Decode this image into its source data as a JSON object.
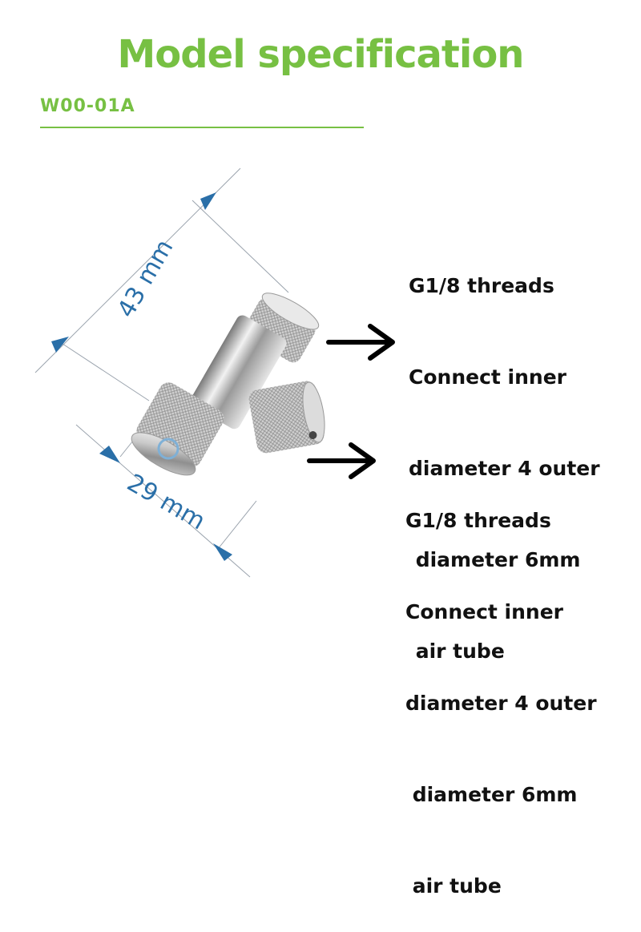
{
  "header": {
    "title": "Model specification",
    "model_code": "W00-01A"
  },
  "dimensions": {
    "length_label": "43 mm",
    "diameter_label": "29 mm"
  },
  "spec_top": {
    "lines": [
      "G1/8 threads",
      "Connect inner",
      "diameter 4 outer",
      " diameter 6mm",
      " air tube"
    ]
  },
  "spec_bottom": {
    "lines": [
      "G1/8 threads",
      "Connect inner",
      "diameter 4 outer",
      " diameter 6mm",
      " air tube"
    ]
  },
  "colors": {
    "accent_green": "#77c043",
    "dimension_blue": "#2a6fa8",
    "text": "#111111"
  },
  "icons": {
    "arrow_top": "right-arrow-icon",
    "arrow_bottom": "right-arrow-icon"
  }
}
